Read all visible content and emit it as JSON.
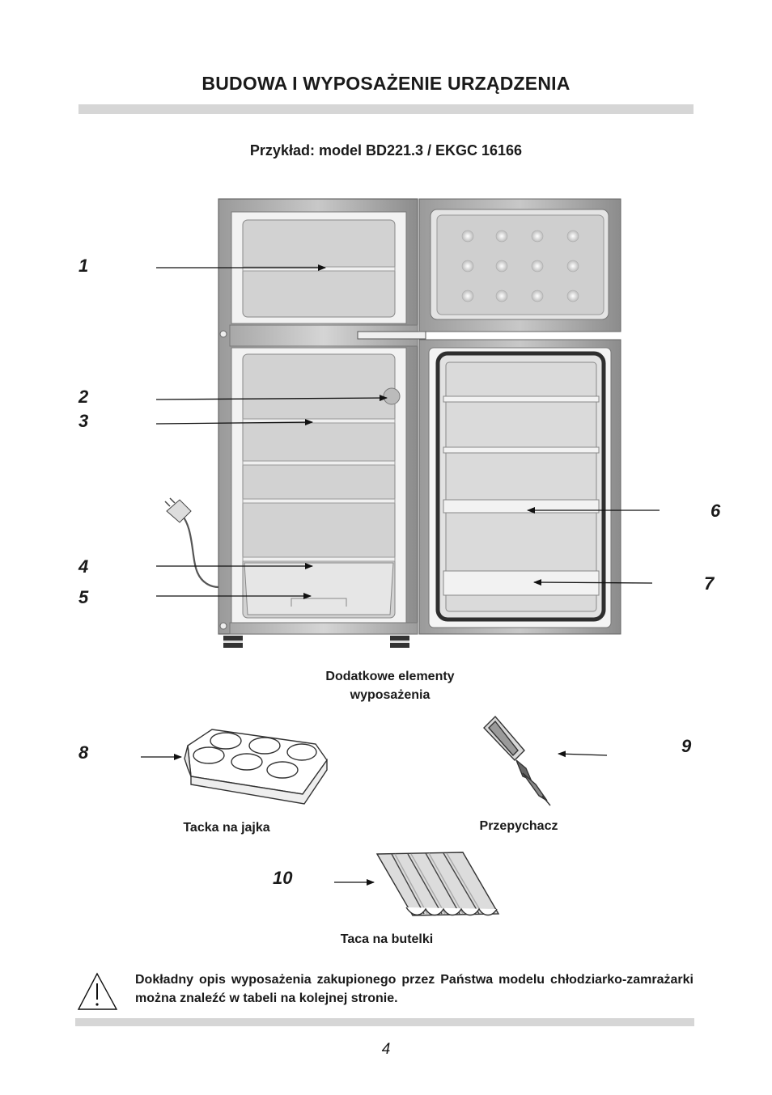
{
  "page": {
    "title": "BUDOWA I WYPOSAŻENIE URZĄDZENIA",
    "subtitle": "Przykład: model BD221.3 / EKGC 16166",
    "page_number": "4"
  },
  "callouts": [
    "1",
    "2",
    "3",
    "4",
    "5",
    "6",
    "7",
    "8",
    "9",
    "10"
  ],
  "accessories": {
    "heading_line1": "Dodatkowe   elementy",
    "heading_line2": "wyposażenia",
    "egg_tray": "Tacka na jajka",
    "pusher": "Przepychacz",
    "bottle_tray": "Taca na butelki"
  },
  "note": {
    "text": "Dokładny opis wyposażenia zakupionego przez Państwa modelu chłodziarko-zamrażarki można znaleźć w tabeli na kolejnej stronie."
  }
}
